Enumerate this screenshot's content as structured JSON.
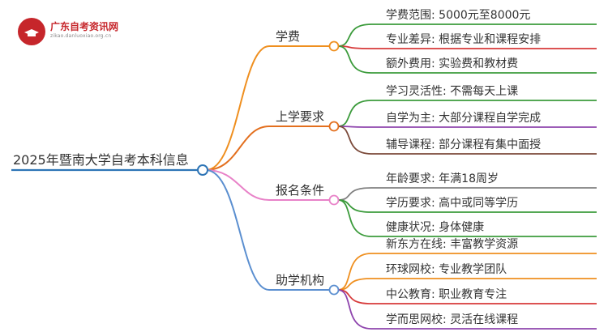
{
  "logo": {
    "title": "广东自考资讯网",
    "url": "zikao.danluoxiao.org.cn"
  },
  "root": {
    "label": "2025年暨南大学自考本科信息",
    "color": "#2e75b6"
  },
  "branches": [
    {
      "label": "学费",
      "color": "#ef8f1f",
      "children": [
        {
          "label": "学费范围: 5000元至8000元",
          "color": "#3b9b3b"
        },
        {
          "label": "专业差异: 根据专业和课程安排",
          "color": "#d73a3a"
        },
        {
          "label": "额外费用: 实验费和教材费",
          "color": "#3b9b3b"
        }
      ]
    },
    {
      "label": "上学要求",
      "color": "#e36f1e",
      "children": [
        {
          "label": "学习灵活性: 不需每天上课",
          "color": "#3b9b3b"
        },
        {
          "label": "自学为主: 大部分课程自学完成",
          "color": "#8e44ad"
        },
        {
          "label": "辅导课程: 部分课程有集中面授",
          "color": "#7b4a3a"
        }
      ]
    },
    {
      "label": "报名条件",
      "color": "#e882c8",
      "children": [
        {
          "label": "年龄要求: 年满18周岁",
          "color": "#808080"
        },
        {
          "label": "学历要求: 高中或同等学历",
          "color": "#3b9b3b"
        },
        {
          "label": "健康状况: 身体健康",
          "color": "#3b9b3b"
        }
      ]
    },
    {
      "label": "助学机构",
      "color": "#5b8fd0",
      "children": [
        {
          "label": "新东方在线: 丰富教学资源",
          "color": "#ef8f1f"
        },
        {
          "label": "环球网校: 专业教学团队",
          "color": "#ef8f1f"
        },
        {
          "label": "中公教育: 职业教育专注",
          "color": "#d73a3a"
        },
        {
          "label": "学而思网校: 灵活在线课程",
          "color": "#8e44ad"
        }
      ]
    }
  ]
}
